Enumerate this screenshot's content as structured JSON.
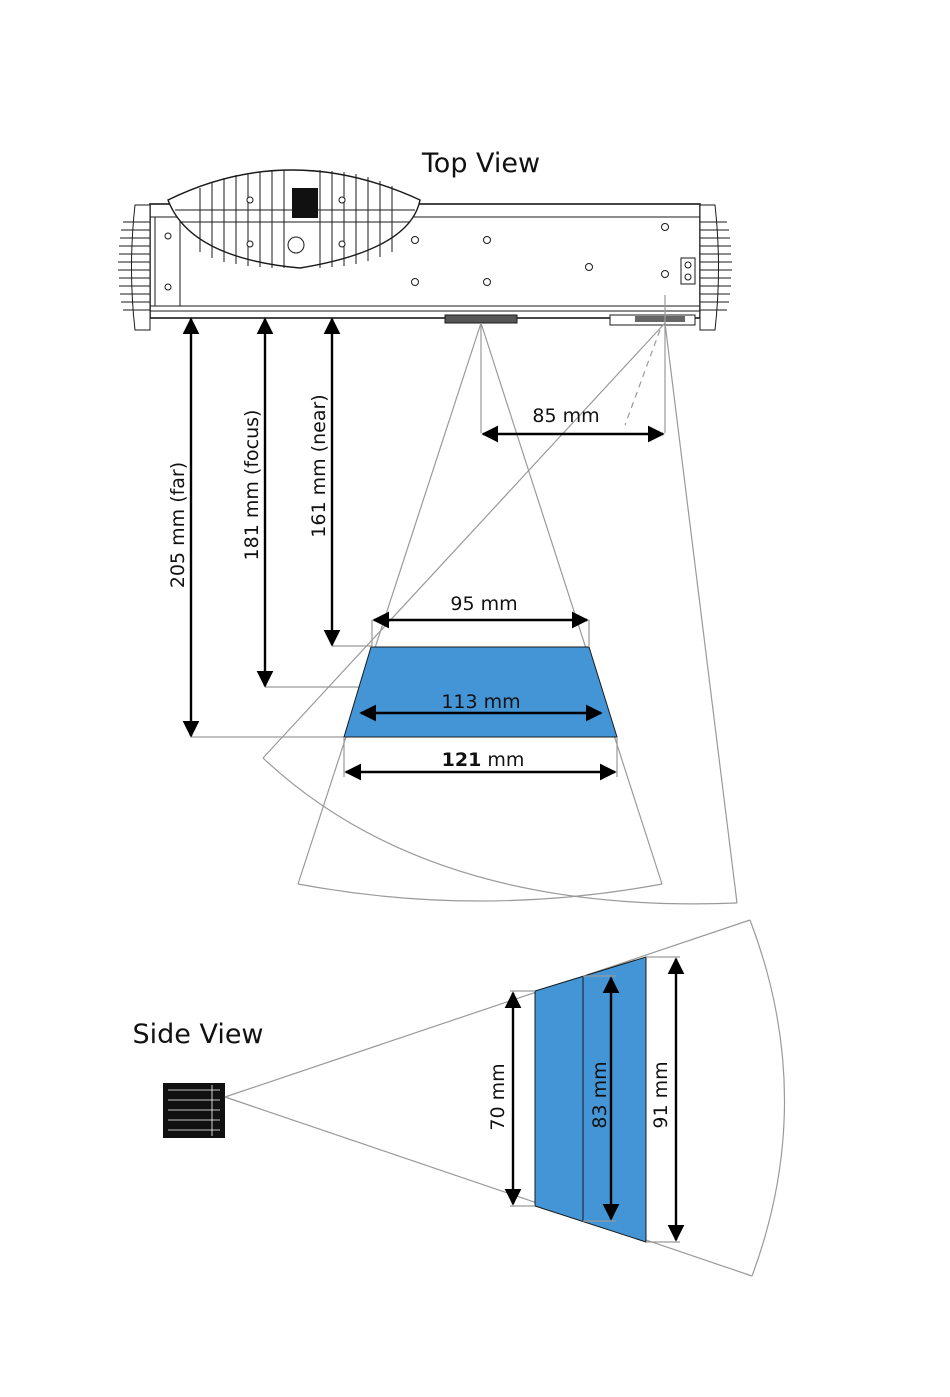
{
  "top_view": {
    "title": "Top View",
    "offset_label": "85 mm",
    "near_label": "161 mm (near)",
    "focus_label": "181 mm (focus)",
    "far_label": "205 mm (far)",
    "near_width_label": "95 mm",
    "focus_width_label": "113 mm",
    "far_width_value": "121",
    "far_width_unit": " mm"
  },
  "side_view": {
    "title": "Side View",
    "near_height_label": "70 mm",
    "focus_height_label": "83 mm",
    "far_height_label": "91 mm"
  },
  "colors": {
    "field_fill": "#4495d6",
    "line_light": "#9a9a9a",
    "line_dark": "#1a1a1a"
  }
}
